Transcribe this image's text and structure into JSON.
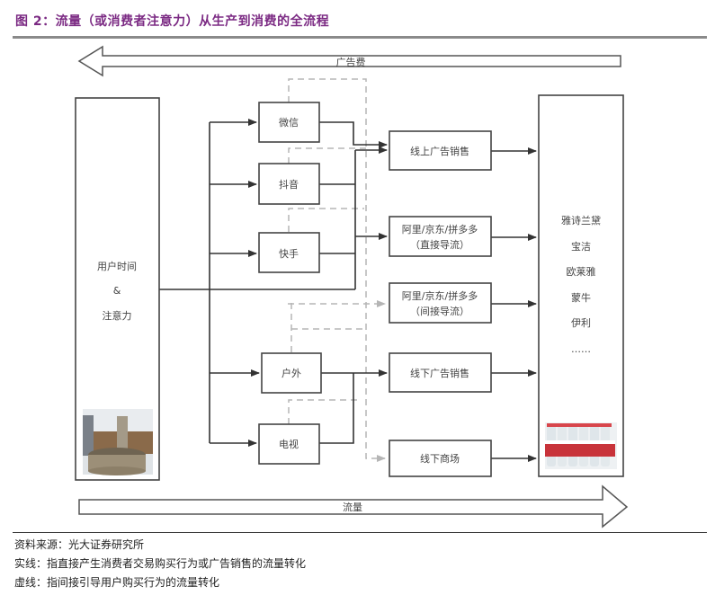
{
  "title": "图 2：流量（或消费者注意力）从生产到消费的全流程",
  "arrows": {
    "ad_fee": "广告费",
    "traffic": "流量"
  },
  "source_box": {
    "line1": "用户时间",
    "line2": "&",
    "line3": "注意力",
    "image": "well-photo"
  },
  "channels": [
    {
      "id": "wechat",
      "label": "微信"
    },
    {
      "id": "douyin",
      "label": "抖音"
    },
    {
      "id": "kuaishou",
      "label": "快手"
    },
    {
      "id": "outdoor",
      "label": "户外"
    },
    {
      "id": "tv",
      "label": "电视"
    }
  ],
  "outlets": [
    {
      "id": "online-ad",
      "line1": "线上广告销售",
      "line2": ""
    },
    {
      "id": "ecom-direct",
      "line1": "阿里/京东/拼多多",
      "line2": "（直接导流）"
    },
    {
      "id": "ecom-indirect",
      "line1": "阿里/京东/拼多多",
      "line2": "（间接导流）"
    },
    {
      "id": "offline-ad",
      "line1": "线下广告销售",
      "line2": ""
    },
    {
      "id": "offline-mall",
      "line1": "线下商场",
      "line2": ""
    }
  ],
  "brands_box": {
    "brands": [
      "雅诗兰黛",
      "宝洁",
      "欧莱雅",
      "蒙牛",
      "伊利",
      "……"
    ],
    "image": "water-bottles-photo"
  },
  "notes": {
    "source": "资料来源：光大证券研究所",
    "solid": "实线：指直接产生消费者交易购买行为或广告销售的流量转化",
    "dashed": "虚线：指间接引导用户购买行为的流量转化"
  },
  "colors": {
    "title": "#7b2a83",
    "solid_line": "#333333",
    "dashed_line": "#b5b5b5"
  }
}
